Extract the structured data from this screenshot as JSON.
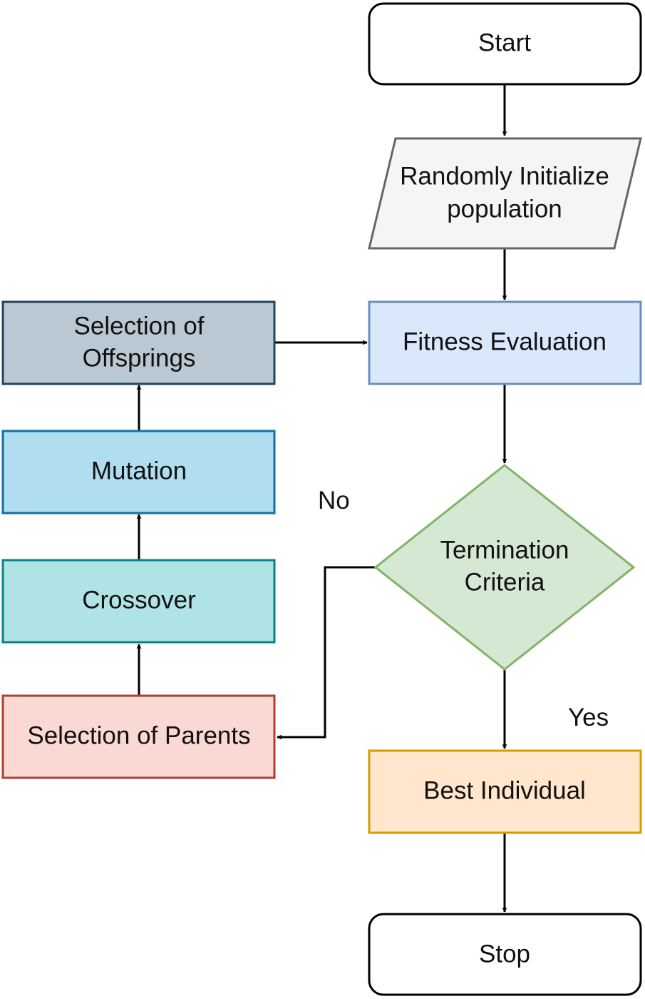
{
  "nodes": {
    "start": {
      "label": "Start",
      "fill": "#ffffff",
      "stroke": "#000000"
    },
    "init": {
      "line1": "Randomly Initialize",
      "line2": "population",
      "fill": "#f5f5f5",
      "stroke": "#666666"
    },
    "fitness": {
      "label": "Fitness Evaluation",
      "fill": "#dae8fc",
      "stroke": "#6c8ebf"
    },
    "termination": {
      "line1": "Termination",
      "line2": "Criteria",
      "fill": "#d5e8d4",
      "stroke": "#82b366"
    },
    "best": {
      "label": "Best Individual",
      "fill": "#ffe6cc",
      "stroke": "#d79b00"
    },
    "stop": {
      "label": "Stop",
      "fill": "#ffffff",
      "stroke": "#000000"
    },
    "parents": {
      "label": "Selection of Parents",
      "fill": "#fad9d5",
      "stroke": "#ae4132"
    },
    "crossover": {
      "label": "Crossover",
      "fill": "#b0e3e6",
      "stroke": "#0e8088"
    },
    "mutation": {
      "label": "Mutation",
      "fill": "#b1ddf0",
      "stroke": "#10739e"
    },
    "offsprings": {
      "line1": "Selection of",
      "line2": "Offsprings",
      "fill": "#bac8d3",
      "stroke": "#23445d"
    }
  },
  "edge_labels": {
    "no": "No",
    "yes": "Yes"
  }
}
